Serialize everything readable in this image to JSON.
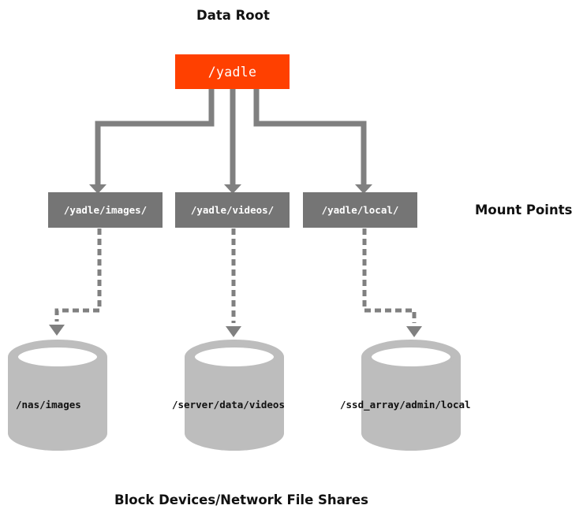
{
  "headings": {
    "data_root": "Data Root",
    "mount_points": "Mount Points",
    "block_devices": "Block Devices/Network File Shares"
  },
  "root": {
    "path": "/yadle"
  },
  "mount_points": [
    {
      "path": "/yadle/images/"
    },
    {
      "path": "/yadle/videos/"
    },
    {
      "path": "/yadle/local/"
    }
  ],
  "devices": [
    {
      "path": "/nas/images"
    },
    {
      "path": "/server/data/videos"
    },
    {
      "path": "/ssd_array/admin/local"
    }
  ],
  "colors": {
    "root_fill": "#ff4000",
    "mount_fill": "#757575",
    "connector": "#808080",
    "cylinder_body": "#bdbdbd",
    "cylinder_top_inner": "#ffffff",
    "text": "#111111"
  },
  "connectors": {
    "root_to_mounts": "solid",
    "mounts_to_devices": "dashed"
  }
}
